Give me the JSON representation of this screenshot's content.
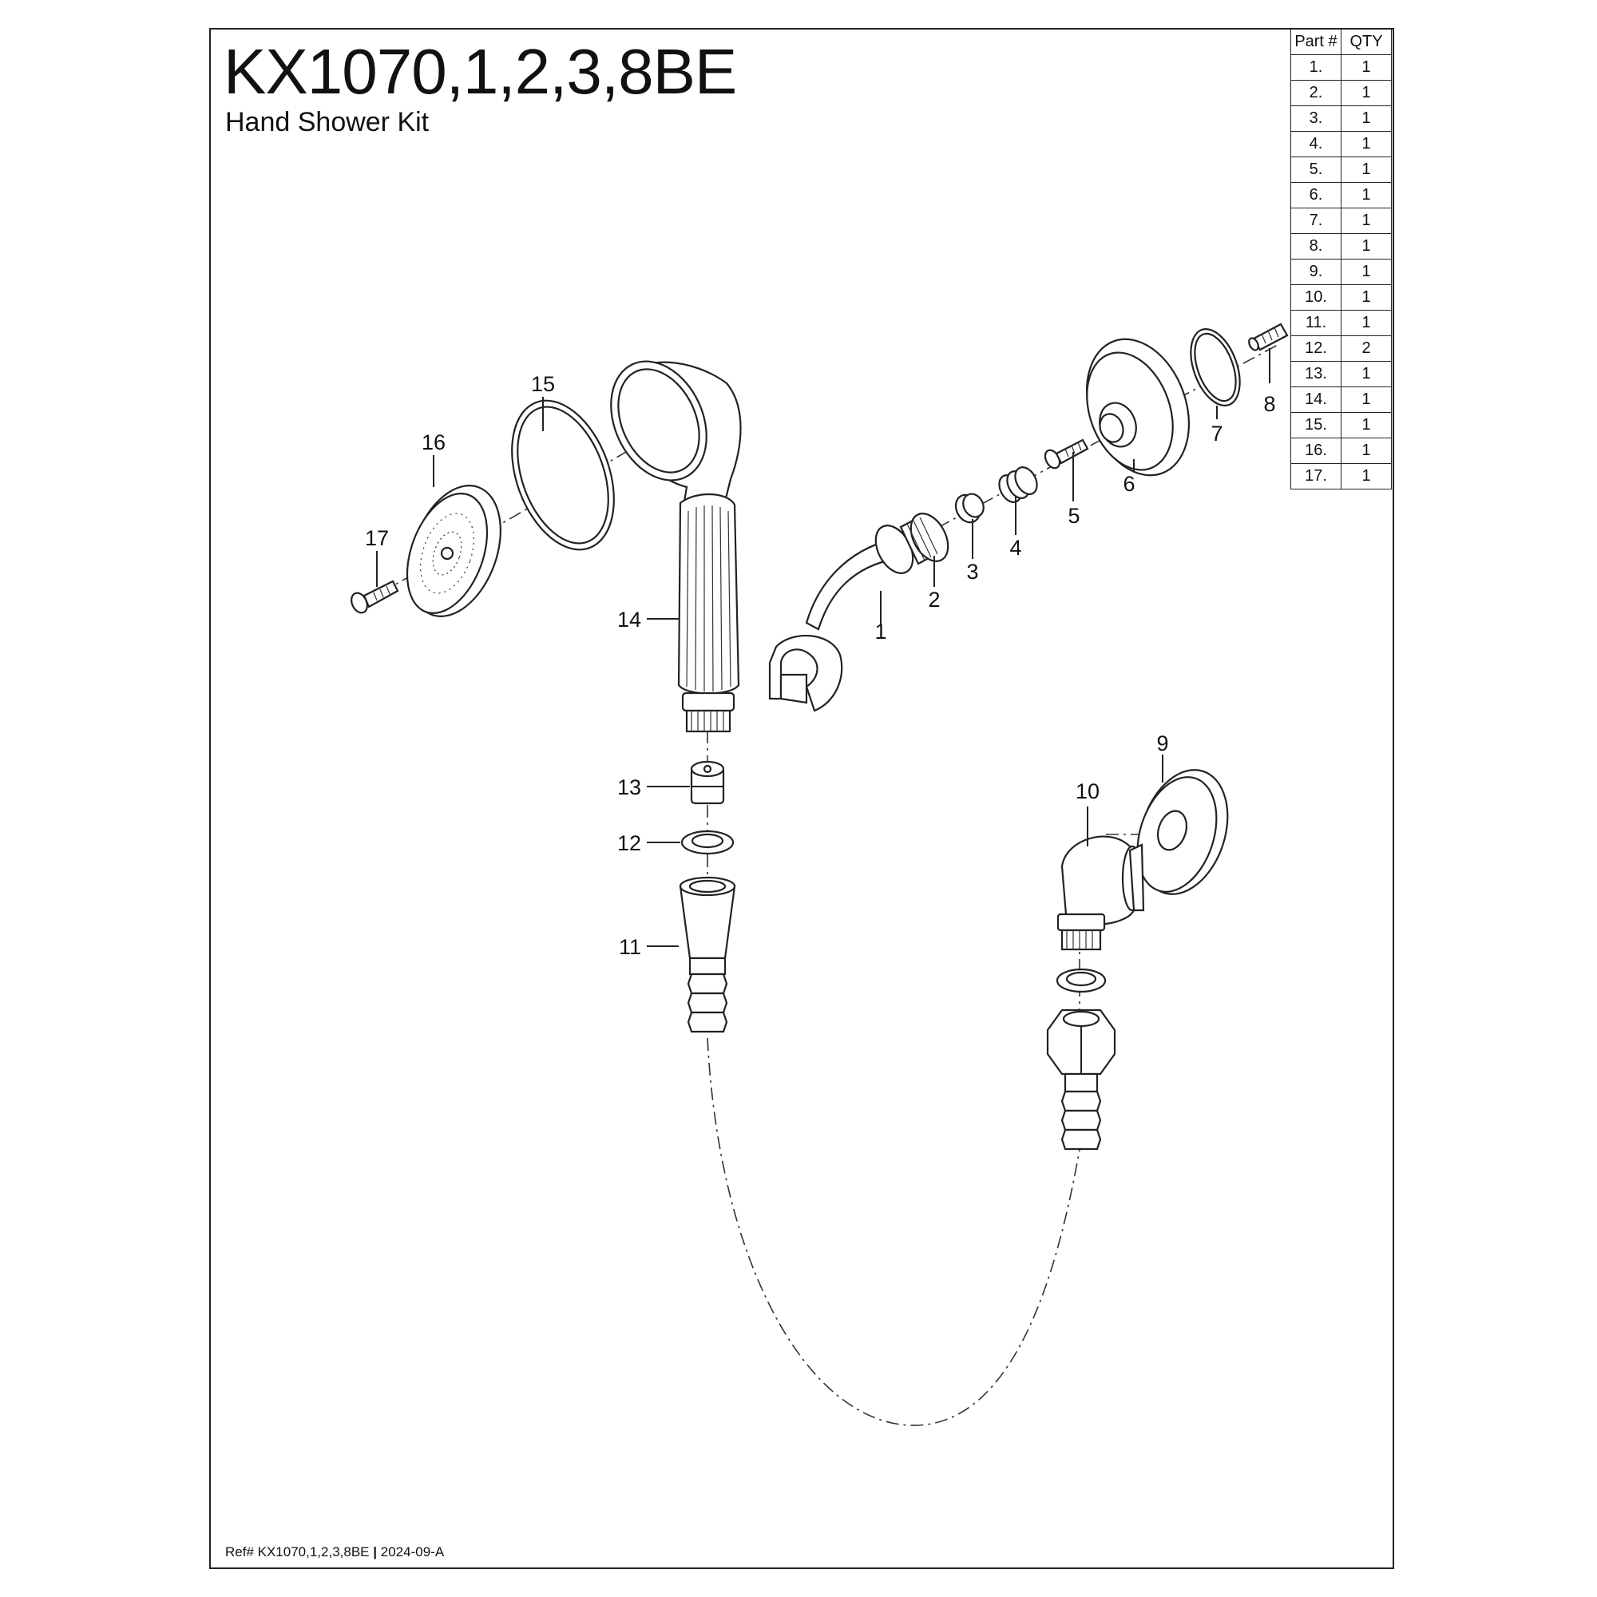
{
  "title": "KX1070,1,2,3,8BE",
  "subtitle": "Hand Shower Kit",
  "footer": {
    "ref": "Ref# KX1070,1,2,3,8BE",
    "separator": "|",
    "revision": "2024-09-A"
  },
  "parts_table": {
    "headers": [
      "Part #",
      "QTY"
    ],
    "rows": [
      [
        "1.",
        "1"
      ],
      [
        "2.",
        "1"
      ],
      [
        "3.",
        "1"
      ],
      [
        "4.",
        "1"
      ],
      [
        "5.",
        "1"
      ],
      [
        "6.",
        "1"
      ],
      [
        "7.",
        "1"
      ],
      [
        "8.",
        "1"
      ],
      [
        "9.",
        "1"
      ],
      [
        "10.",
        "1"
      ],
      [
        "11.",
        "1"
      ],
      [
        "12.",
        "2"
      ],
      [
        "13.",
        "1"
      ],
      [
        "14.",
        "1"
      ],
      [
        "15.",
        "1"
      ],
      [
        "16.",
        "1"
      ],
      [
        "17.",
        "1"
      ]
    ]
  },
  "callouts": [
    "1",
    "2",
    "3",
    "4",
    "5",
    "6",
    "7",
    "8",
    "9",
    "10",
    "11",
    "12",
    "13",
    "14",
    "15",
    "16",
    "17"
  ]
}
